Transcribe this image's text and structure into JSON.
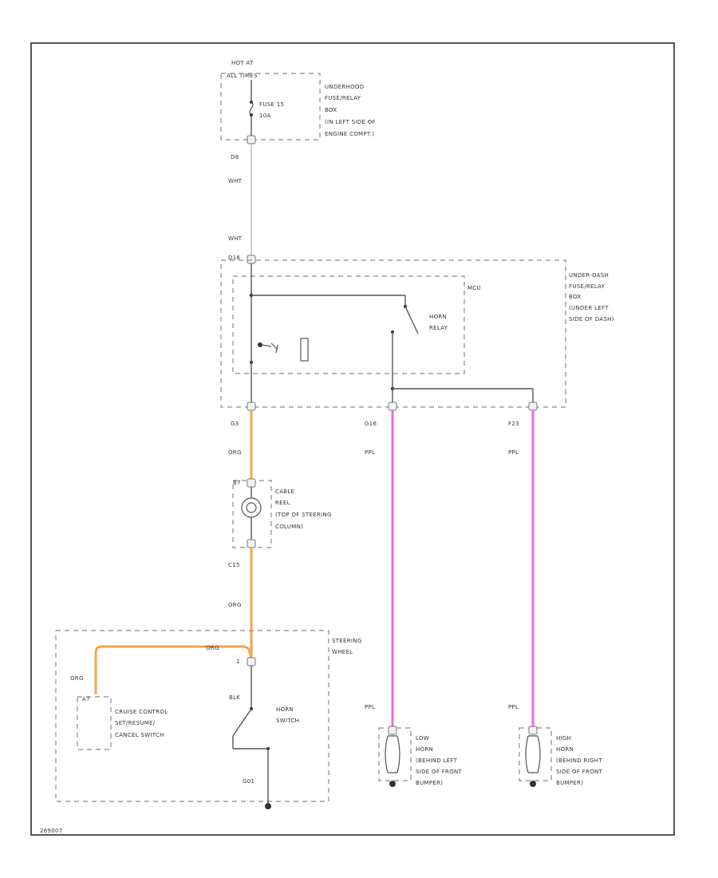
{
  "source": {
    "hot_at": "HOT AT",
    "all_times": "ALL TIMES",
    "fuse_label": "FUSE 15",
    "fuse_rating": "10A"
  },
  "underhood_box": {
    "lines": [
      "UNDERHOOD",
      "FUSE/RELAY",
      "BOX",
      "(IN LEFT SIDE OF",
      "ENGINE COMPT.)"
    ]
  },
  "underdash_box": {
    "lines": [
      "UNDER-DASH",
      "FUSE/RELAY",
      "BOX",
      "(UNDER LEFT",
      "SIDE OF DASH)"
    ],
    "mcu_label": "MCU",
    "relay_lines": [
      "HORN",
      "RELAY"
    ]
  },
  "cable_reel": {
    "lines": [
      "CABLE",
      "REEL",
      "(TOP OF STEERING",
      "COLUMN)"
    ]
  },
  "steering_wheel": {
    "lines": [
      "STEERING",
      "WHEEL"
    ],
    "cruise_lines": [
      "CRUISE CONTROL",
      "SET/RESUME/",
      "CANCEL SWITCH"
    ],
    "horn_switch_lines": [
      "HORN",
      "SWITCH"
    ]
  },
  "low_horn": {
    "lines": [
      "LOW",
      "HORN",
      "(BEHIND LEFT",
      "SIDE OF FRONT",
      "BUMPER)"
    ]
  },
  "high_horn": {
    "lines": [
      "HIGH",
      "HORN",
      "(BEHIND RIGHT",
      "SIDE OF FRONT",
      "BUMPER)"
    ]
  },
  "connectors": {
    "c_fuse_out": "D8",
    "c_dash_in": "D16",
    "c_dash_out": "G3",
    "c_low_horn_out": "G16",
    "c_high_horn_out": "F23",
    "c_reel_in": "B7",
    "c_reel_out": "C15",
    "c_wheel_in": "1",
    "c_cruise": "A7"
  },
  "wires": {
    "wht_1": "WHT",
    "wht_2": "WHT",
    "org_1": "ORG",
    "org_2": "ORG",
    "org_3": "ORG",
    "org_4": "ORG",
    "blk_1": "BLK",
    "ppl_1": "PPL",
    "ppl_2": "PPL",
    "ppl_3": "PPL",
    "ppl_4": "PPL"
  },
  "ground_label": "G01",
  "diagram_id": "269007"
}
